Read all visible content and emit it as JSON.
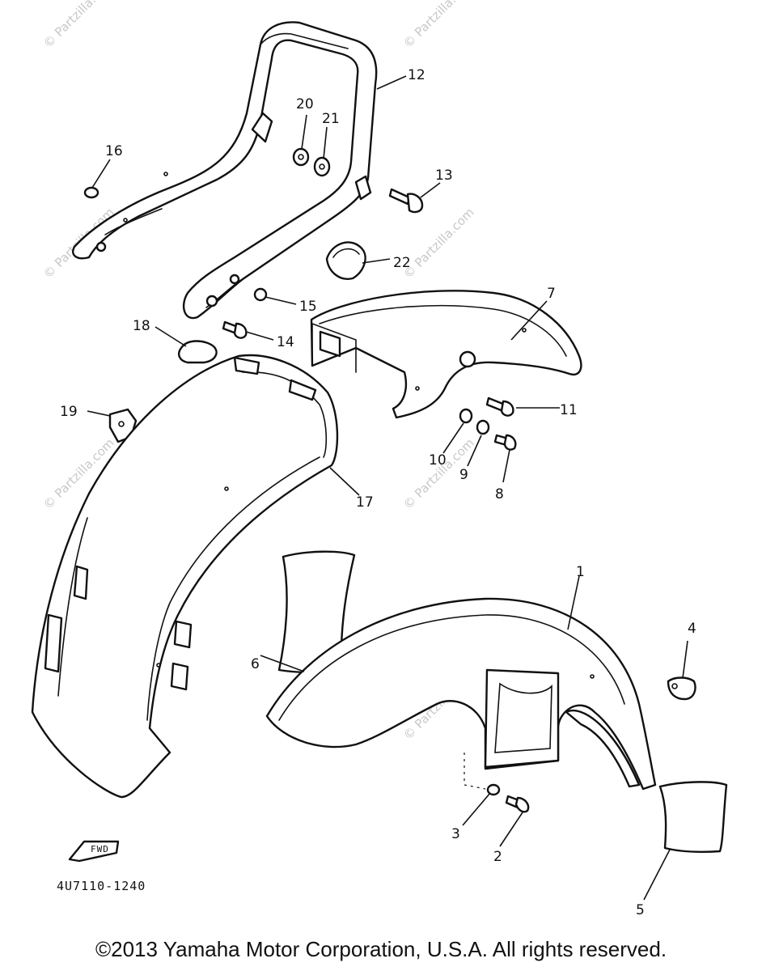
{
  "watermark": "© Partzilla.com",
  "watermark_short": "© Partzilla",
  "drawing_code": "4U7110-1240",
  "fwd_label": "FWD",
  "copyright": "©2013 Yamaha Motor Corporation, U.S.A. All rights reserved.",
  "callouts": {
    "n1": "1",
    "n2": "2",
    "n3": "3",
    "n4": "4",
    "n5": "5",
    "n6": "6",
    "n7": "7",
    "n8": "8",
    "n9": "9",
    "n10": "10",
    "n11": "11",
    "n12": "12",
    "n13": "13",
    "n14": "14",
    "n15": "15",
    "n16": "16",
    "n17": "17",
    "n18": "18",
    "n19": "19",
    "n20": "20",
    "n21": "21",
    "n22": "22"
  }
}
